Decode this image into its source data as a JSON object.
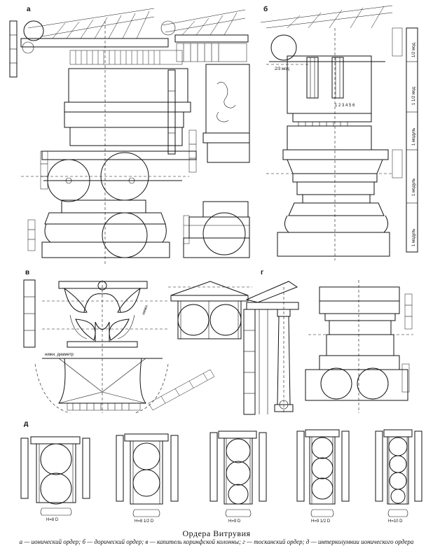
{
  "panels": {
    "a": "а",
    "b": "б",
    "v": "в",
    "g": "г",
    "d": "д"
  },
  "annotations": {
    "b_modules": [
      "1/2 мод",
      "1 1/2 мод",
      "1 модуль",
      "1 модуль",
      "1 модуль"
    ],
    "b_twothirds": "2/3 мод",
    "b_triglyph_numbers": "1 2 3 4 5 6",
    "v_lower_diameter": "нижн. диаметр",
    "v_lower": "нижн."
  },
  "intercolumniations": [
    "H=8 D",
    "H=8 1/2 D",
    "H=9 D",
    "H=9 1/2 D",
    "H=10 D"
  ],
  "caption": {
    "title": "Ордера Витрувия",
    "text": "а — ионический ордер; б — дорический ордер; в — капитель коринфской колонны; г — тосканский ордер; д — интерколумнии ионического ордера"
  }
}
